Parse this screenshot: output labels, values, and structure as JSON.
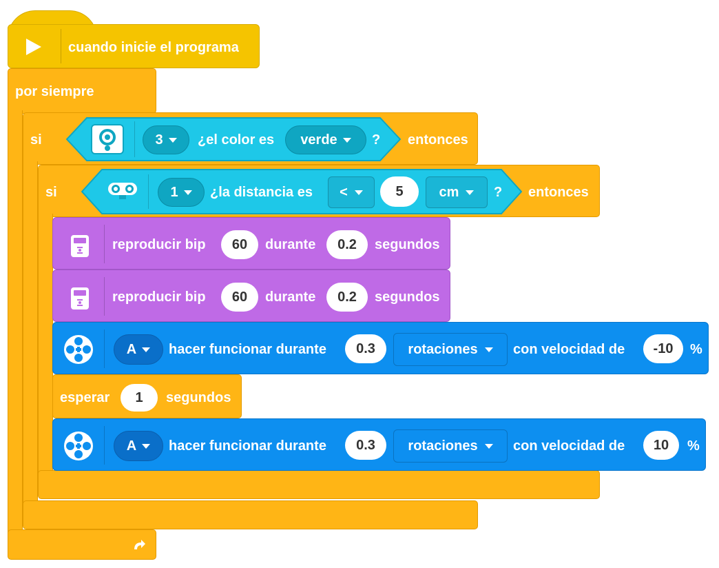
{
  "event": {
    "label": "cuando inicie el programa"
  },
  "forever": {
    "label": "por siempre"
  },
  "if_color": {
    "label_if": "si",
    "port": "3",
    "question": "¿el color es",
    "color": "verde",
    "qmark": "?",
    "label_then": "entonces"
  },
  "if_distance": {
    "label_if": "si",
    "port": "1",
    "question": "¿la distancia es",
    "operator": "<",
    "value": "5",
    "unit": "cm",
    "qmark": "?",
    "label_then": "entonces"
  },
  "beep1": {
    "label": "reproducir bip",
    "note": "60",
    "during": "durante",
    "duration": "0.2",
    "unit": "segundos"
  },
  "beep2": {
    "label": "reproducir bip",
    "note": "60",
    "during": "durante",
    "duration": "0.2",
    "unit": "segundos"
  },
  "motor1": {
    "port": "A",
    "label": "hacer funcionar durante",
    "amount": "0.3",
    "unit": "rotaciones",
    "speed_label": "con velocidad de",
    "speed": "-10",
    "pct": "%"
  },
  "wait": {
    "label": "esperar",
    "value": "1",
    "unit": "segundos"
  },
  "motor2": {
    "port": "A",
    "label": "hacer funcionar durante",
    "amount": "0.3",
    "unit": "rotaciones",
    "speed_label": "con velocidad de",
    "speed": "10",
    "pct": "%"
  },
  "colors": {
    "event": "#f5c400",
    "control": "#ffb515",
    "sensor": "#1ec8e8",
    "sound": "#bf6ae6",
    "motor": "#0d8ff0"
  }
}
